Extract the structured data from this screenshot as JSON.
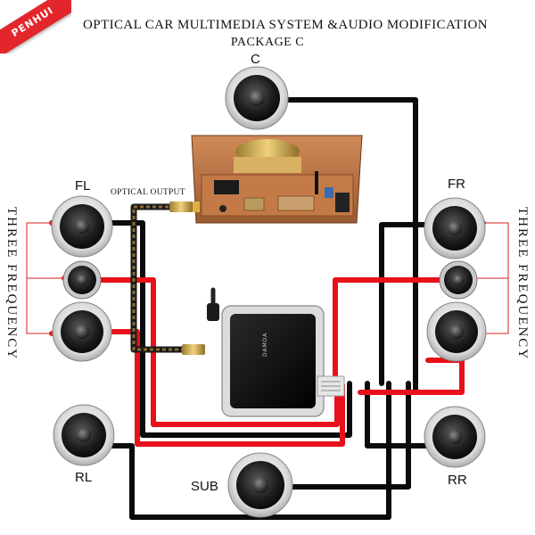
{
  "title": {
    "line1": "OPTICAL CAR MULTIMEDIA SYSTEM &AUDIO MODIFICATION",
    "line2": "PACKAGE C"
  },
  "brand": {
    "logo_text": "PENHUI"
  },
  "labels": {
    "center": "C",
    "front_left": "FL",
    "front_right": "FR",
    "rear_left": "RL",
    "rear_right": "RR",
    "subwoofer": "SUB",
    "optical_output": "OPTICAL OUTPUT",
    "three_frequency_left": "THREE FREQUENCY",
    "three_frequency_right": "THREE FREQUENCY",
    "dsp_text": "DAMDA"
  },
  "colors": {
    "wire_black": "#0b0b0b",
    "wire_red": "#e8101a",
    "bracket_red": "#d42020",
    "headunit": "#b86a3c",
    "dsp_body": "#111111",
    "dsp_frame": "#bdbdbd"
  }
}
